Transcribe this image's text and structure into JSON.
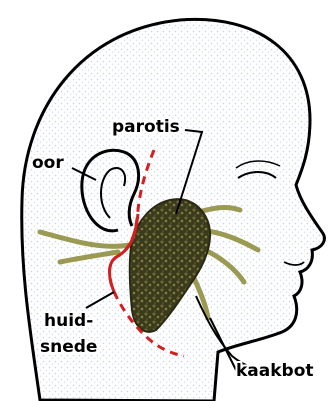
{
  "labels": {
    "parotis": "parotis",
    "oor": "oor",
    "huid_line1": "huid-",
    "huid_line2": "snede",
    "kaakbot": "kaakbot"
  },
  "colors": {
    "outline": "#000000",
    "skin_stipple": "#c8d2f0",
    "gland": "#3b3a1c",
    "gland_highlight": "#8a8a4a",
    "nerve": "#9a9a52",
    "incision": "#d22020"
  }
}
